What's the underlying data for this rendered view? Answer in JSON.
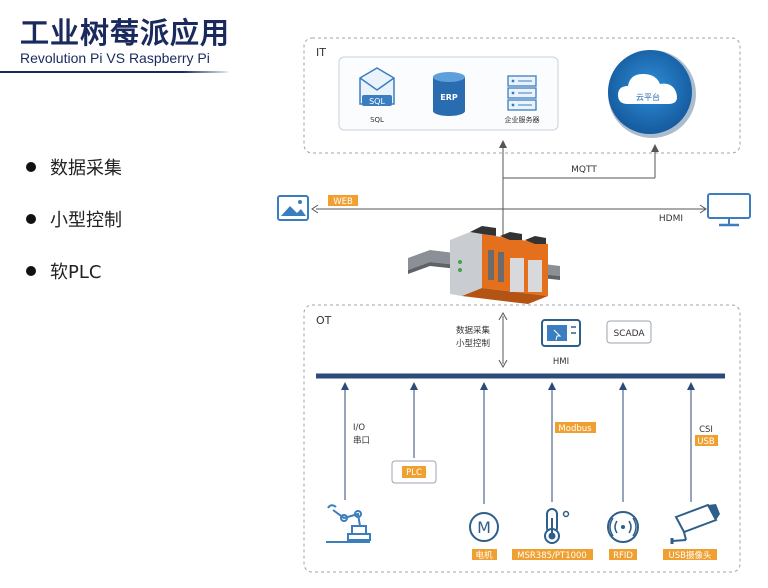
{
  "header": {
    "title": "工业树莓派应用",
    "subtitle": "Revolution Pi VS Raspberry Pi"
  },
  "bullets": [
    "数据采集",
    "小型控制",
    "软PLC"
  ],
  "it_zone": {
    "label": "IT",
    "items": [
      {
        "icon": "database-icon",
        "icon_text": "SQL",
        "label": "SQL"
      },
      {
        "icon": "erp-icon",
        "icon_text": "ERP",
        "label": ""
      },
      {
        "icon": "server-icon",
        "label": "企业服务器"
      }
    ],
    "cloud": {
      "icon": "cloud-icon",
      "label": "云平台"
    }
  },
  "links": {
    "mqtt": "MQTT",
    "web": "WEB",
    "hdmi": "HDMI"
  },
  "ot_zone": {
    "label": "OT",
    "function_lines": [
      "数据采集",
      "小型控制"
    ],
    "hmi": "HMI",
    "scada": "SCADA",
    "io_lines": [
      "I/O",
      "串口"
    ],
    "plc": "PLC",
    "modbus": "Modbus",
    "csi": "CSI",
    "usb": "USB",
    "devices": [
      {
        "icon": "robot-arm-icon",
        "label": ""
      },
      {
        "icon": "motor-icon",
        "icon_text": "M",
        "label": "电机"
      },
      {
        "icon": "thermometer-icon",
        "label": "MSR385/PT1000"
      },
      {
        "icon": "rfid-icon",
        "label": "RFID"
      },
      {
        "icon": "camera-icon",
        "label": "USB摄像头"
      }
    ]
  },
  "colors": {
    "navy": "#1a2a5e",
    "orange": "#f0a030",
    "blue": "#3a7ec0",
    "dark_blue": "#2e5f8a",
    "bus": "#2c4a7a"
  }
}
